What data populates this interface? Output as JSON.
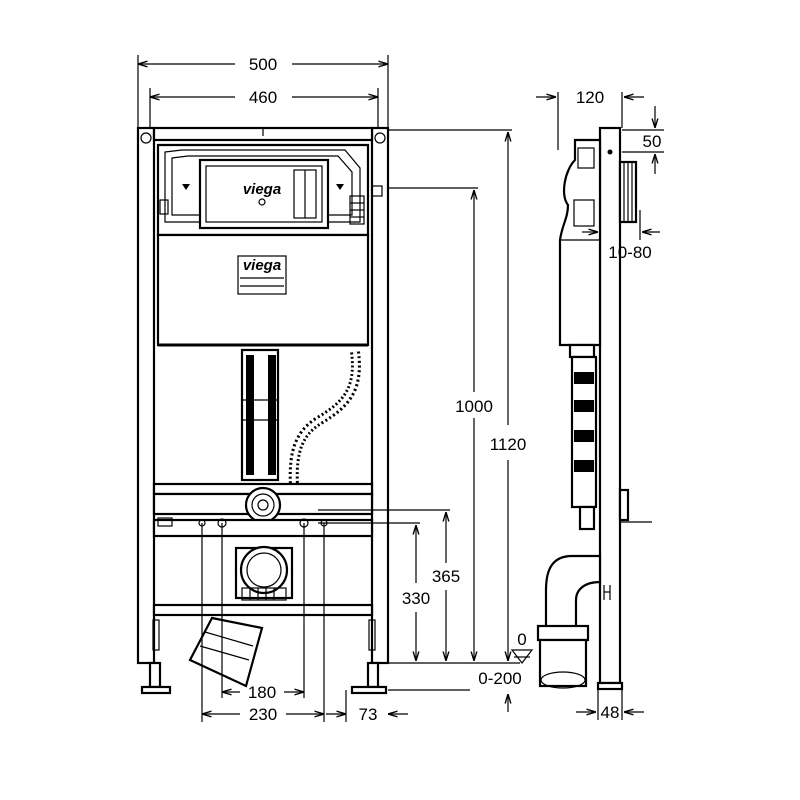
{
  "brand": {
    "logo_top": "viega",
    "logo_mid": "viega"
  },
  "dimensions": {
    "front": {
      "width_outer": "500",
      "width_inner": "460",
      "height_1000": "1000",
      "height_1120": "1120",
      "height_365": "365",
      "height_330": "330",
      "zero": "0",
      "range_0_200": "0-200",
      "span_180": "180",
      "span_230": "230",
      "offset_73": "73"
    },
    "side": {
      "depth_120": "120",
      "offset_50": "50",
      "range_10_80": "10-80",
      "foot_48": "48"
    }
  }
}
